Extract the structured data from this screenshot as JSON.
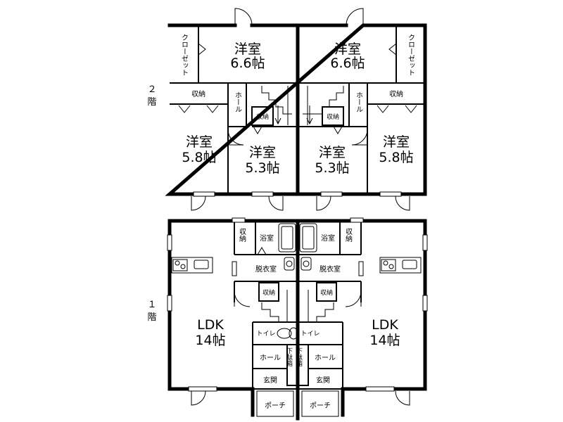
{
  "floors": [
    {
      "number": "２",
      "suffix": "階"
    },
    {
      "number": "１",
      "suffix": "階"
    }
  ],
  "second_floor": {
    "rooms": [
      {
        "name": "洋室",
        "size": "6.6帖"
      },
      {
        "name": "洋室",
        "size": "6.6帖"
      },
      {
        "name": "洋室",
        "size": "5.8帖"
      },
      {
        "name": "洋室",
        "size": "5.3帖"
      },
      {
        "name": "洋室",
        "size": "5.3帖"
      },
      {
        "name": "洋室",
        "size": "5.8帖"
      }
    ],
    "closet": "クローゼット",
    "storage": "収納",
    "hall": "ホール"
  },
  "first_floor": {
    "ldk": {
      "name": "LDK",
      "size": "14帖"
    },
    "bath": "浴室",
    "dressing": "脱衣室",
    "storage": "収納",
    "toilet": "トイレ",
    "hall": "ホール",
    "entrance": "玄関",
    "porch": "ポーチ",
    "shoe_box": "下駄箱"
  },
  "colors": {
    "wall": "#000000",
    "background": "#ffffff"
  }
}
